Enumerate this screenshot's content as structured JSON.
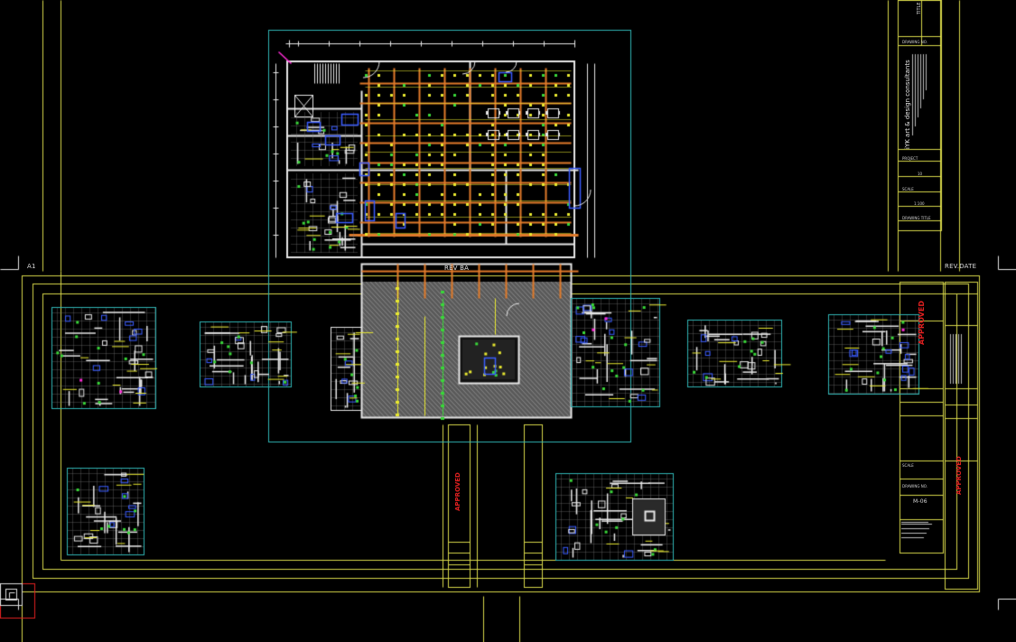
{
  "colors": {
    "background": "#000000",
    "sheet_border": "#d7d74a",
    "viewport": "#2fb4b4",
    "wall": "#e6e6e6",
    "duct": "#e07a2a",
    "sprinkler": "#e8e830",
    "diffuser": "#39d739",
    "equipment": "#3a5cff",
    "accent_magenta": "#ff2bd6",
    "stamp_red": "#e02020",
    "hatch": "#8a8a8a"
  },
  "labels": {
    "sheet_a1": "A1",
    "rev_date": "REV.DATE",
    "rev_ba": "REV BA"
  },
  "title_block_top": {
    "company": "iYK art & design consultants",
    "project_label": "PROJECT",
    "project_no": "10",
    "scale_label": "SCALE",
    "scale_value": "1:100",
    "drawing_label": "DRAWING TITLE",
    "drawing_no_label": "DRAWING NO.",
    "header_label": "TITLE"
  },
  "title_block_right": {
    "scale_label": "SCALE",
    "drawing_no_label": "DRAWING NO.",
    "drawing_no": "M-06",
    "stamp": "APPROVED"
  },
  "stamps": {
    "center_left": "APPROVED",
    "right_floor": "APPROVED"
  },
  "icons": {
    "ucs": "ucs-axis-icon"
  }
}
